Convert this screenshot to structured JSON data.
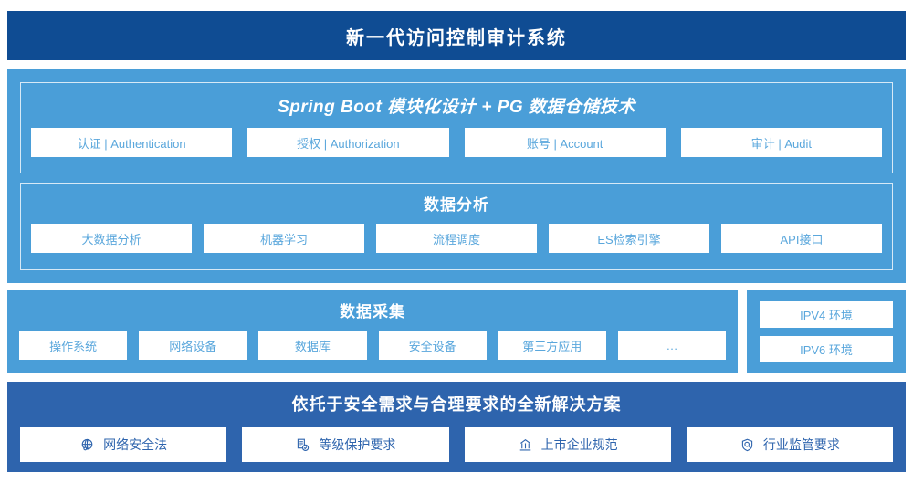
{
  "header": {
    "title": "新一代访问控制审计系统"
  },
  "colors": {
    "title_bar": "#0f4c93",
    "application_layer": "#4a9ed8",
    "collection_layer": "#4a9ed8",
    "compliance_layer": "#2e64ad",
    "chip_background": "#ffffff",
    "chip_text_light": "#5aa7dc",
    "chip_text_dark": "#2e64ad",
    "frame_border": "#d7e9f6"
  },
  "application_layer": {
    "groups": [
      {
        "title": "Spring Boot 模块化设计 + PG 数据仓储技术",
        "italic": true,
        "items": [
          {
            "label": "认证 | Authentication"
          },
          {
            "label": "授权 | Authorization"
          },
          {
            "label": "账号 | Account"
          },
          {
            "label": "审计 | Audit"
          }
        ]
      },
      {
        "title": "数据分析",
        "italic": false,
        "items": [
          {
            "label": "大数据分析"
          },
          {
            "label": "机器学习"
          },
          {
            "label": "流程调度"
          },
          {
            "label": "ES检索引擎"
          },
          {
            "label": "API接口"
          }
        ]
      }
    ]
  },
  "collection_layer": {
    "title": "数据采集",
    "items": [
      {
        "label": "操作系统"
      },
      {
        "label": "网络设备"
      },
      {
        "label": "数据库"
      },
      {
        "label": "安全设备"
      },
      {
        "label": "第三方应用"
      },
      {
        "label": "…"
      }
    ]
  },
  "environment_panel": {
    "items": [
      {
        "label": "IPV4 环境"
      },
      {
        "label": "IPV6 环境"
      }
    ]
  },
  "compliance_layer": {
    "title": "依托于安全需求与合理要求的全新解决方案",
    "items": [
      {
        "label": "网络安全法",
        "icon": "globe-network-icon"
      },
      {
        "label": "等级保护要求",
        "icon": "document-check-icon"
      },
      {
        "label": "上市企业规范",
        "icon": "bank-building-icon"
      },
      {
        "label": "行业监管要求",
        "icon": "shield-search-icon"
      }
    ]
  }
}
